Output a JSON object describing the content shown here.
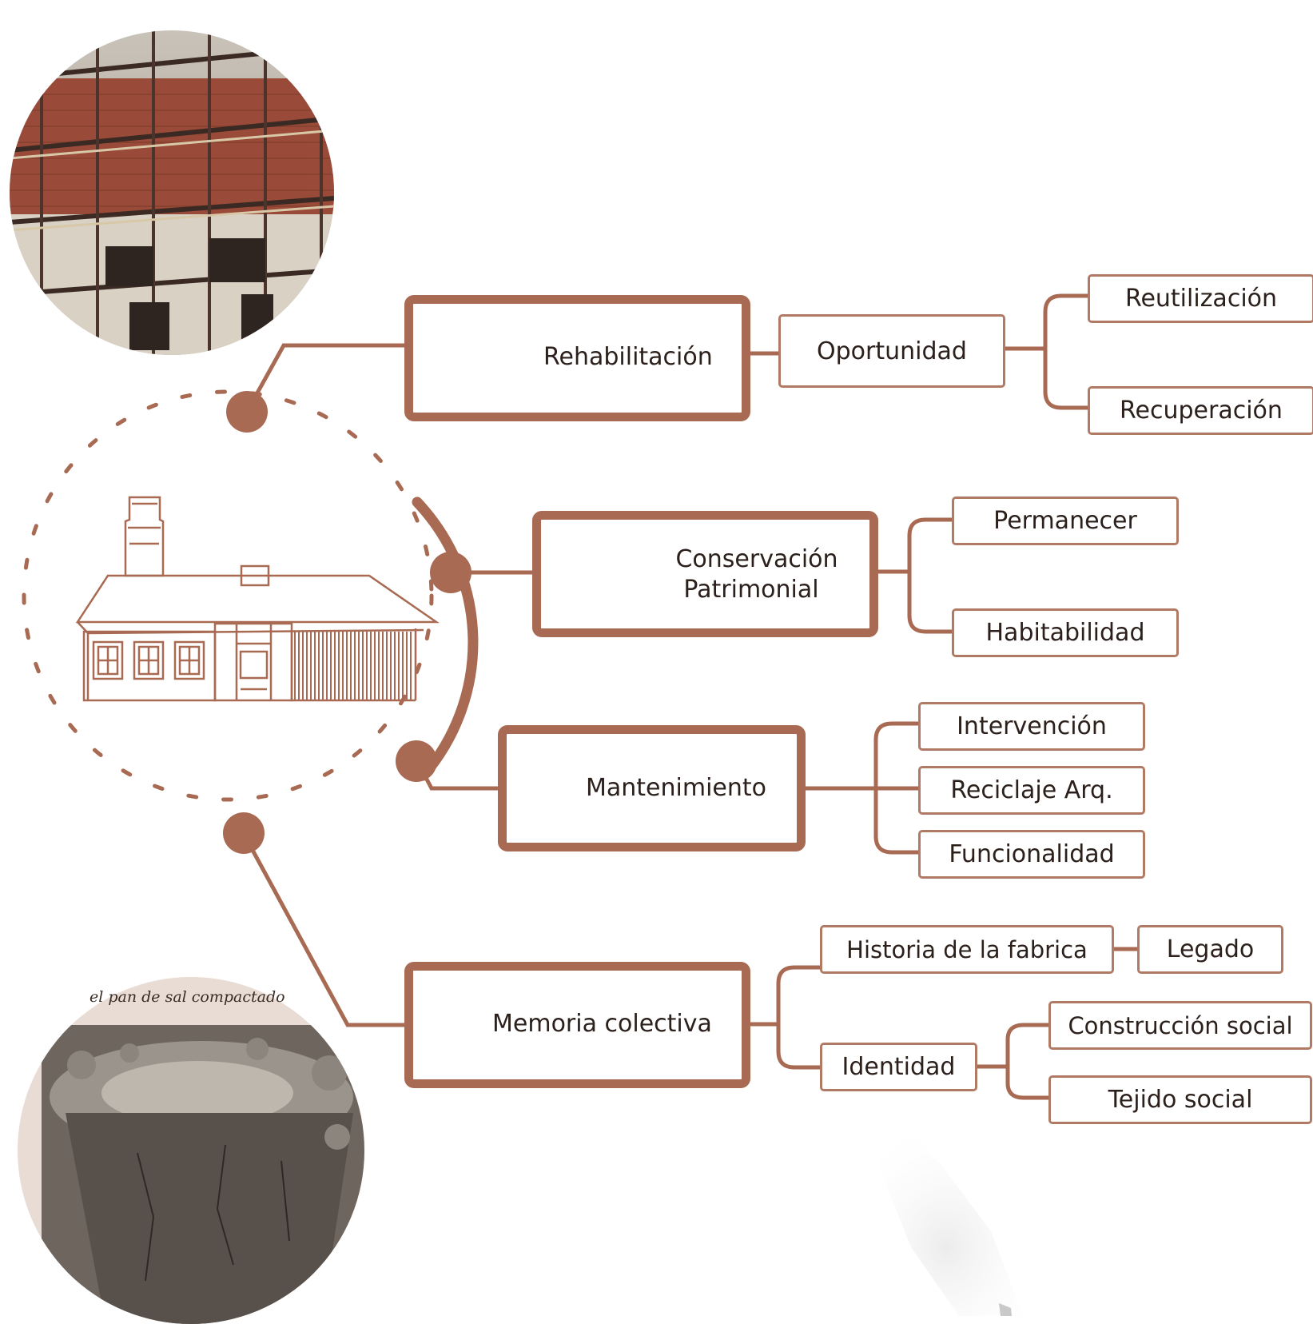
{
  "colors": {
    "accent": "#a86a52",
    "leaf_border": "#b07a65",
    "text": "#2b201b"
  },
  "photos": {
    "top": {
      "description_icon": "scaffold-building-photo"
    },
    "bottom": {
      "caption": "el pan de sal compactado"
    }
  },
  "hub": {
    "icon": "house-illustration"
  },
  "branches": [
    {
      "label": "Rehabilitación",
      "icon": "temple-icon",
      "children": [
        {
          "label": "Oportunidad",
          "children": [
            {
              "label": "Reutilización"
            },
            {
              "label": "Recuperación"
            }
          ]
        }
      ]
    },
    {
      "label_line1": "Conservación",
      "label_line2": "Patrimonial",
      "icon": "buildings-icon",
      "children": [
        {
          "label": "Permanecer"
        },
        {
          "label": "Habitabilidad"
        }
      ]
    },
    {
      "label": "Mantenimiento",
      "icon": "gear-icon",
      "children": [
        {
          "label": "Intervención"
        },
        {
          "label": "Reciclaje Arq."
        },
        {
          "label": "Funcionalidad"
        }
      ]
    },
    {
      "label": "Memoria colectiva",
      "icon": "gear-icon",
      "children": [
        {
          "label": "Historia de la fabrica",
          "children": [
            {
              "label": "Legado"
            }
          ]
        },
        {
          "label": "Identidad",
          "children": [
            {
              "label": "Construcción social"
            },
            {
              "label": "Tejido social"
            }
          ]
        }
      ]
    }
  ]
}
